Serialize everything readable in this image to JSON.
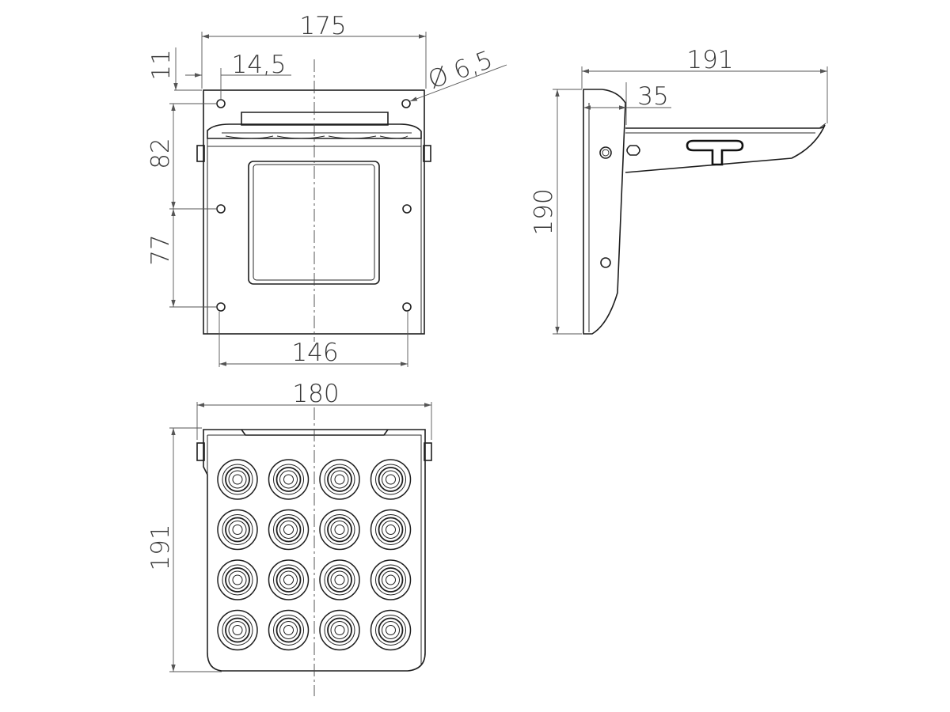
{
  "dimensions": {
    "front_width": "175",
    "top_margin": "11",
    "hole_offset": "14,5",
    "hole_diameter": "Ø 6,5",
    "upper_hole_spacing": "82",
    "lower_hole_spacing": "77",
    "hole_pitch_horizontal": "146",
    "side_depth": "191",
    "side_arm_offset": "35",
    "side_height": "190",
    "bottom_width": "180",
    "bottom_depth": "191"
  },
  "led_grid": {
    "rows": 4,
    "columns": 4
  },
  "colors": {
    "line": "#1e1e1e",
    "dimension": "#555555",
    "background": "#ffffff"
  }
}
